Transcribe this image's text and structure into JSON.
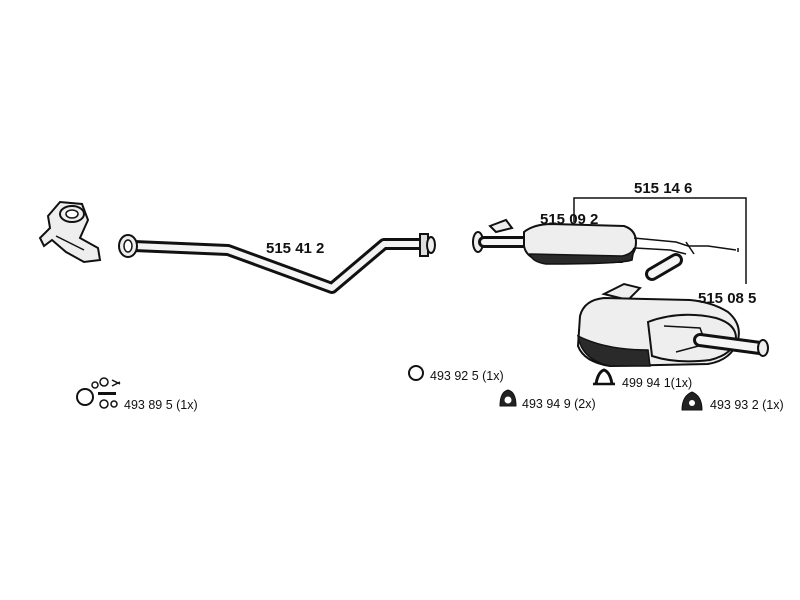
{
  "parts": {
    "front_pipe": "515 41 2",
    "middle_silencer": "515 09 2",
    "system_group": "515 14 6",
    "rear_silencer": "515 08 5"
  },
  "accessories": {
    "clamp_kit": "493 89 5 (1x)",
    "ring_gasket": "493 92 5 (1x)",
    "rubber_mount_a": "493 94 9 (2x)",
    "rubber_hanger": "499 94 1(1x)",
    "rubber_mount_b": "493 93 2 (1x)"
  }
}
